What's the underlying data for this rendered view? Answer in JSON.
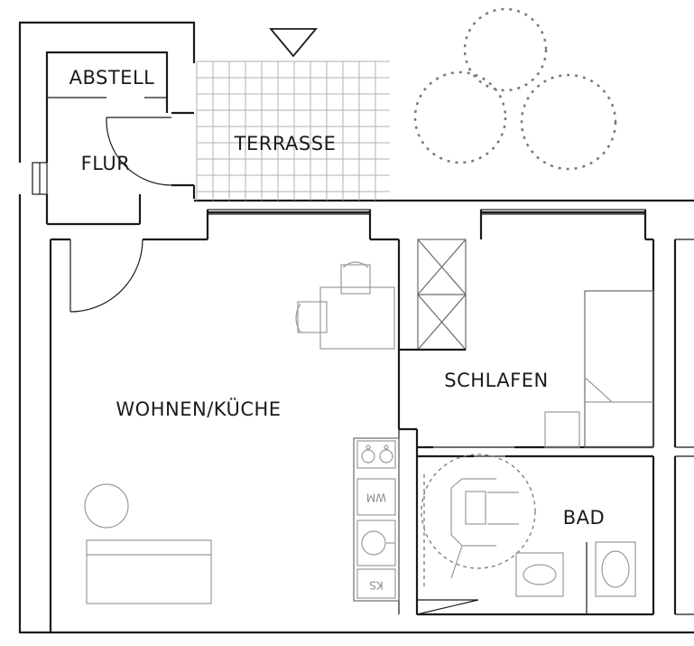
{
  "plan": {
    "rooms": [
      {
        "key": "abstell",
        "label": "ABSTELL"
      },
      {
        "key": "flur",
        "label": "FLUR"
      },
      {
        "key": "terrasse",
        "label": "TERRASSE"
      },
      {
        "key": "wohnen",
        "label": "WOHNEN/KÜCHE"
      },
      {
        "key": "schlafen",
        "label": "SCHLAFEN"
      },
      {
        "key": "bad",
        "label": "BAD"
      }
    ],
    "appliances": {
      "washing_machine": "WM",
      "fridge": "KS"
    },
    "entrance_marker": "triangle-down"
  }
}
